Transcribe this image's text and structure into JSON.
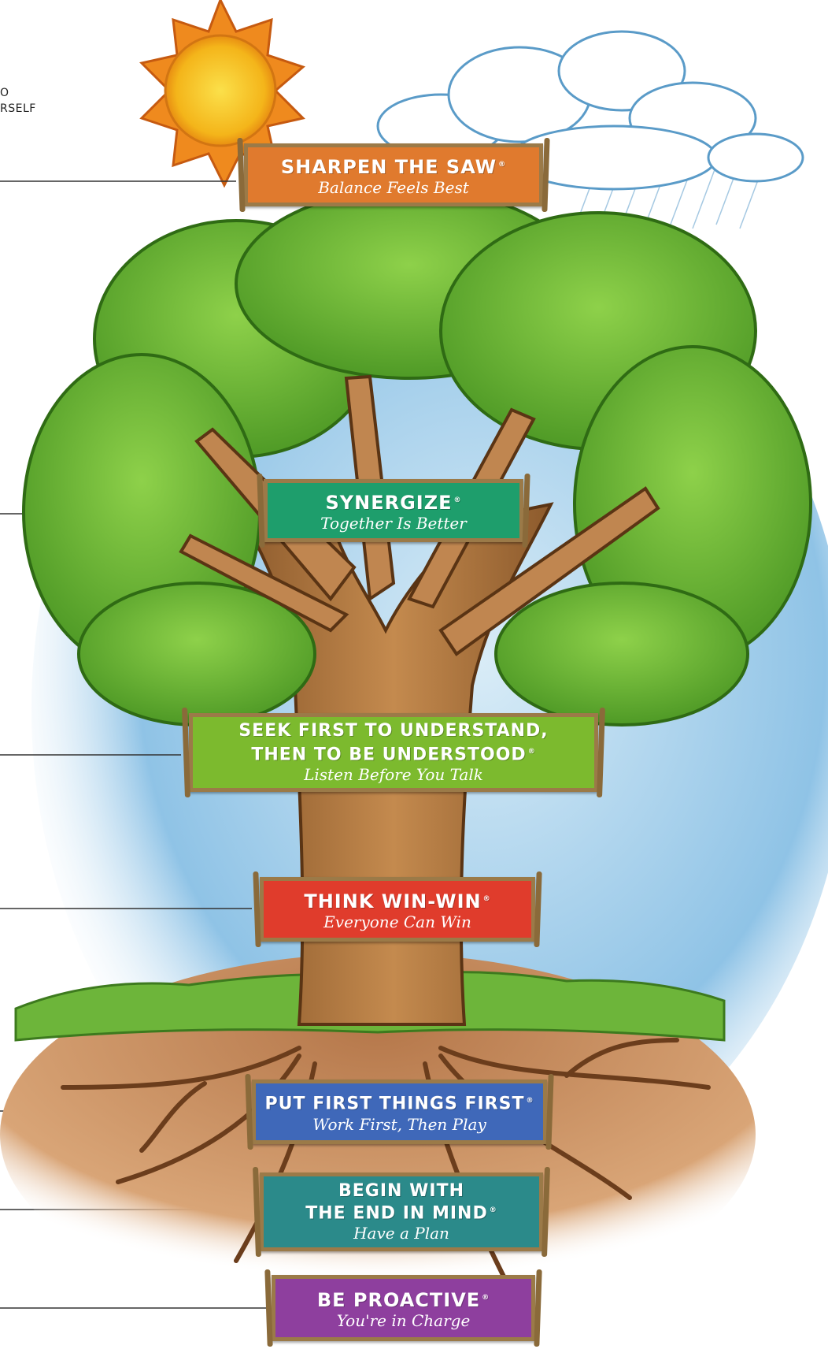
{
  "partial_text": {
    "line1": "O",
    "line2": "RSELF"
  },
  "colors": {
    "sky": "#bcdcf0",
    "leaves": "#6cb83a",
    "trunk": "#b37a42",
    "soil": "#c98d5a",
    "grass": "#5aa02c",
    "sun": "#f7c21c"
  },
  "habits": [
    {
      "title": "SHARPEN THE SAW",
      "reg": "®",
      "subtitle": "Balance Feels Best",
      "color": "#e07a2e"
    },
    {
      "title": "SYNERGIZE",
      "reg": "®",
      "subtitle": "Together Is Better",
      "color": "#1e9e6c"
    },
    {
      "title": "SEEK FIRST TO UNDERSTAND,",
      "title2": "THEN TO BE UNDERSTOOD",
      "reg": "®",
      "subtitle": "Listen Before You Talk",
      "color": "#7cba2e"
    },
    {
      "title": "THINK WIN-WIN",
      "reg": "®",
      "subtitle": "Everyone Can Win",
      "color": "#e03c2c"
    },
    {
      "title": "PUT FIRST THINGS FIRST",
      "reg": "®",
      "subtitle": "Work First, Then Play",
      "color": "#3f68b9"
    },
    {
      "title": "BEGIN WITH",
      "title2": "THE END IN MIND",
      "reg": "®",
      "subtitle": "Have a Plan",
      "color": "#2b8a8a"
    },
    {
      "title": "BE PROACTIVE",
      "reg": "®",
      "subtitle": "You're in Charge",
      "color": "#8e3f9e"
    }
  ]
}
